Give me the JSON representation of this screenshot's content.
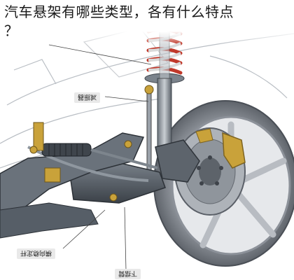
{
  "headline": {
    "line1": "汽车悬架有哪些类型，各有什么特点",
    "line2": "？"
  },
  "callouts": {
    "damper": "减振器",
    "lateral_rod": "横向稳定杆",
    "lower_arm": "下摆臂"
  },
  "colors": {
    "text": "#1a1a1a",
    "metal": "#8e96a0",
    "dark_metal": "#4c535b",
    "spring_red": "#c0392b",
    "brass": "#c9a23a",
    "tire": "#5b6068"
  }
}
